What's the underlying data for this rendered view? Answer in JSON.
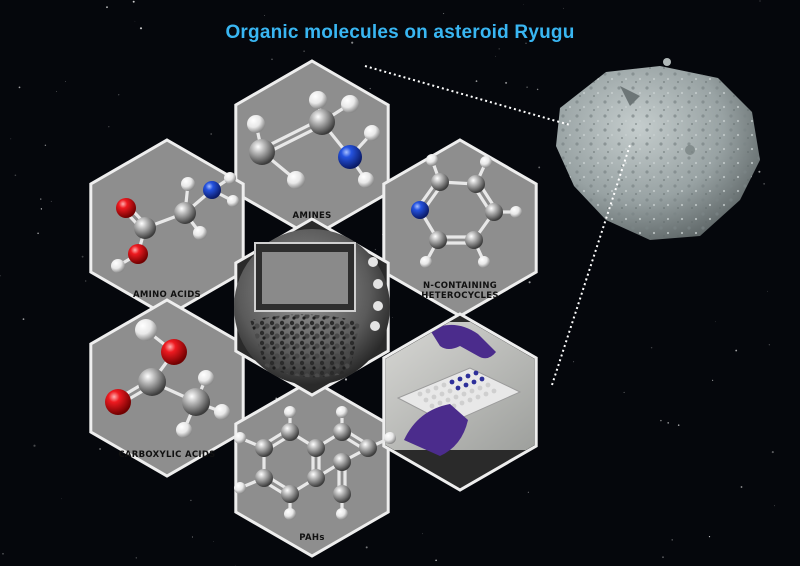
{
  "title": "Organic molecules on asteroid Ryugu",
  "colors": {
    "title": "#39b6f2",
    "background": "#05070c",
    "hex_fill": "#8e8e8e",
    "hex_border": "#eeeeee",
    "carbon": "#9a9a9a",
    "oxygen": "#e0141b",
    "nitrogen": "#1f4bd8",
    "hydrogen": "#f2f2f2",
    "asteroid": "#a9b3b4",
    "glove": "#4b2c8c"
  },
  "hexagons": [
    {
      "id": "amines",
      "label": "AMINES"
    },
    {
      "id": "amino-acids",
      "label": "AMINO ACIDS"
    },
    {
      "id": "n-heterocycles",
      "label_lines": [
        "N-CONTAINING",
        "HETEROCYCLES"
      ]
    },
    {
      "id": "carboxylic-acids",
      "label": "CARBOXYLIC ACIDS"
    },
    {
      "id": "pahs",
      "label": "PAHs"
    },
    {
      "id": "sample-container",
      "label": ""
    },
    {
      "id": "lab-analysis",
      "label": ""
    }
  ]
}
